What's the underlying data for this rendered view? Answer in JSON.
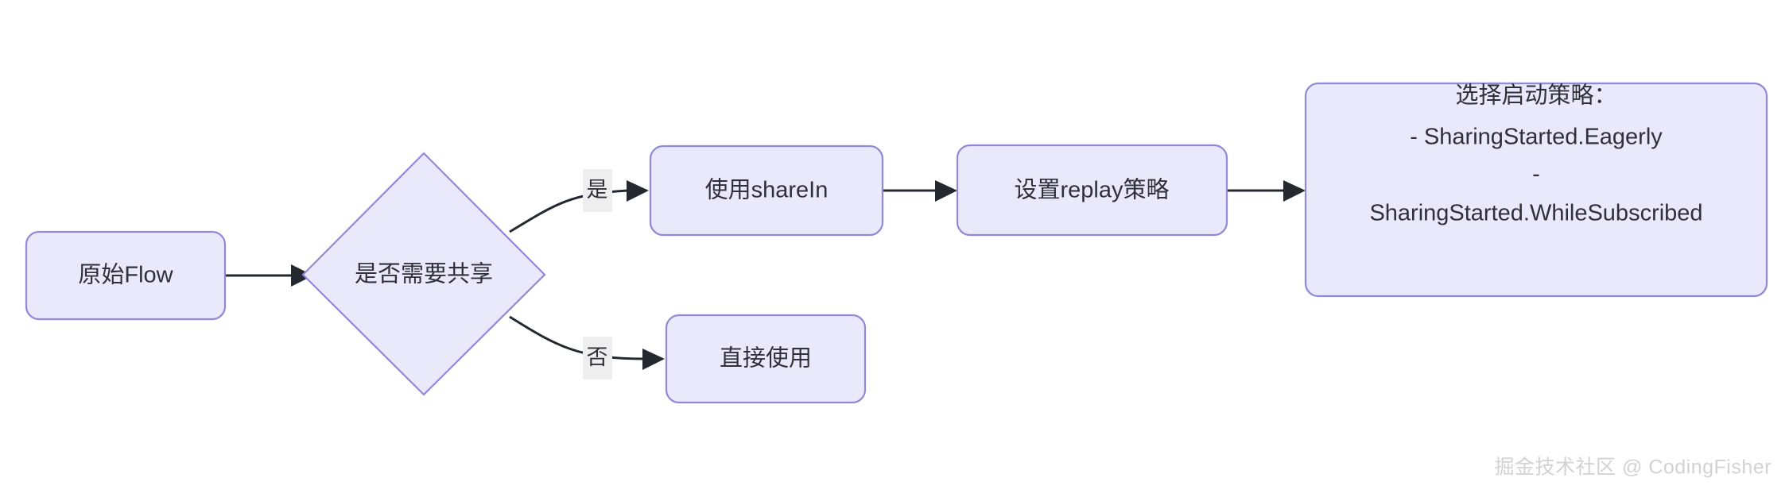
{
  "diagram": {
    "type": "flowchart",
    "direction": "left-to-right",
    "background_color": "#ffffff",
    "node_fill_color": "#e9e9fb",
    "node_border_color": "#9189d8",
    "edge_color": "#24292f",
    "text_color": "#2f3038",
    "edge_label_bg_color": "#eeeeee",
    "nodes": [
      {
        "id": "start",
        "shape": "rounded-rect",
        "label": "原始Flow"
      },
      {
        "id": "decision",
        "shape": "diamond",
        "label": "是否需要共享"
      },
      {
        "id": "sharein",
        "shape": "rounded-rect",
        "label": "使用shareIn"
      },
      {
        "id": "direct",
        "shape": "rounded-rect",
        "label": "直接使用"
      },
      {
        "id": "replay",
        "shape": "rounded-rect",
        "label": "设置replay策略"
      },
      {
        "id": "strategy",
        "shape": "rounded-rect",
        "label_line1": "选择启动策略：",
        "label_line2": "- SharingStarted.Eagerly",
        "label_line3": "-",
        "label_line4": "SharingStarted.WhileSubscribed"
      }
    ],
    "edges": [
      {
        "id": "e1",
        "from": "start",
        "to": "decision",
        "label": ""
      },
      {
        "id": "e2",
        "from": "decision",
        "to": "sharein",
        "label": "是"
      },
      {
        "id": "e3",
        "from": "decision",
        "to": "direct",
        "label": "否"
      },
      {
        "id": "e4",
        "from": "sharein",
        "to": "replay",
        "label": ""
      },
      {
        "id": "e5",
        "from": "replay",
        "to": "strategy",
        "label": ""
      }
    ]
  },
  "watermark": {
    "text": "掘金技术社区 @ CodingFisher"
  }
}
